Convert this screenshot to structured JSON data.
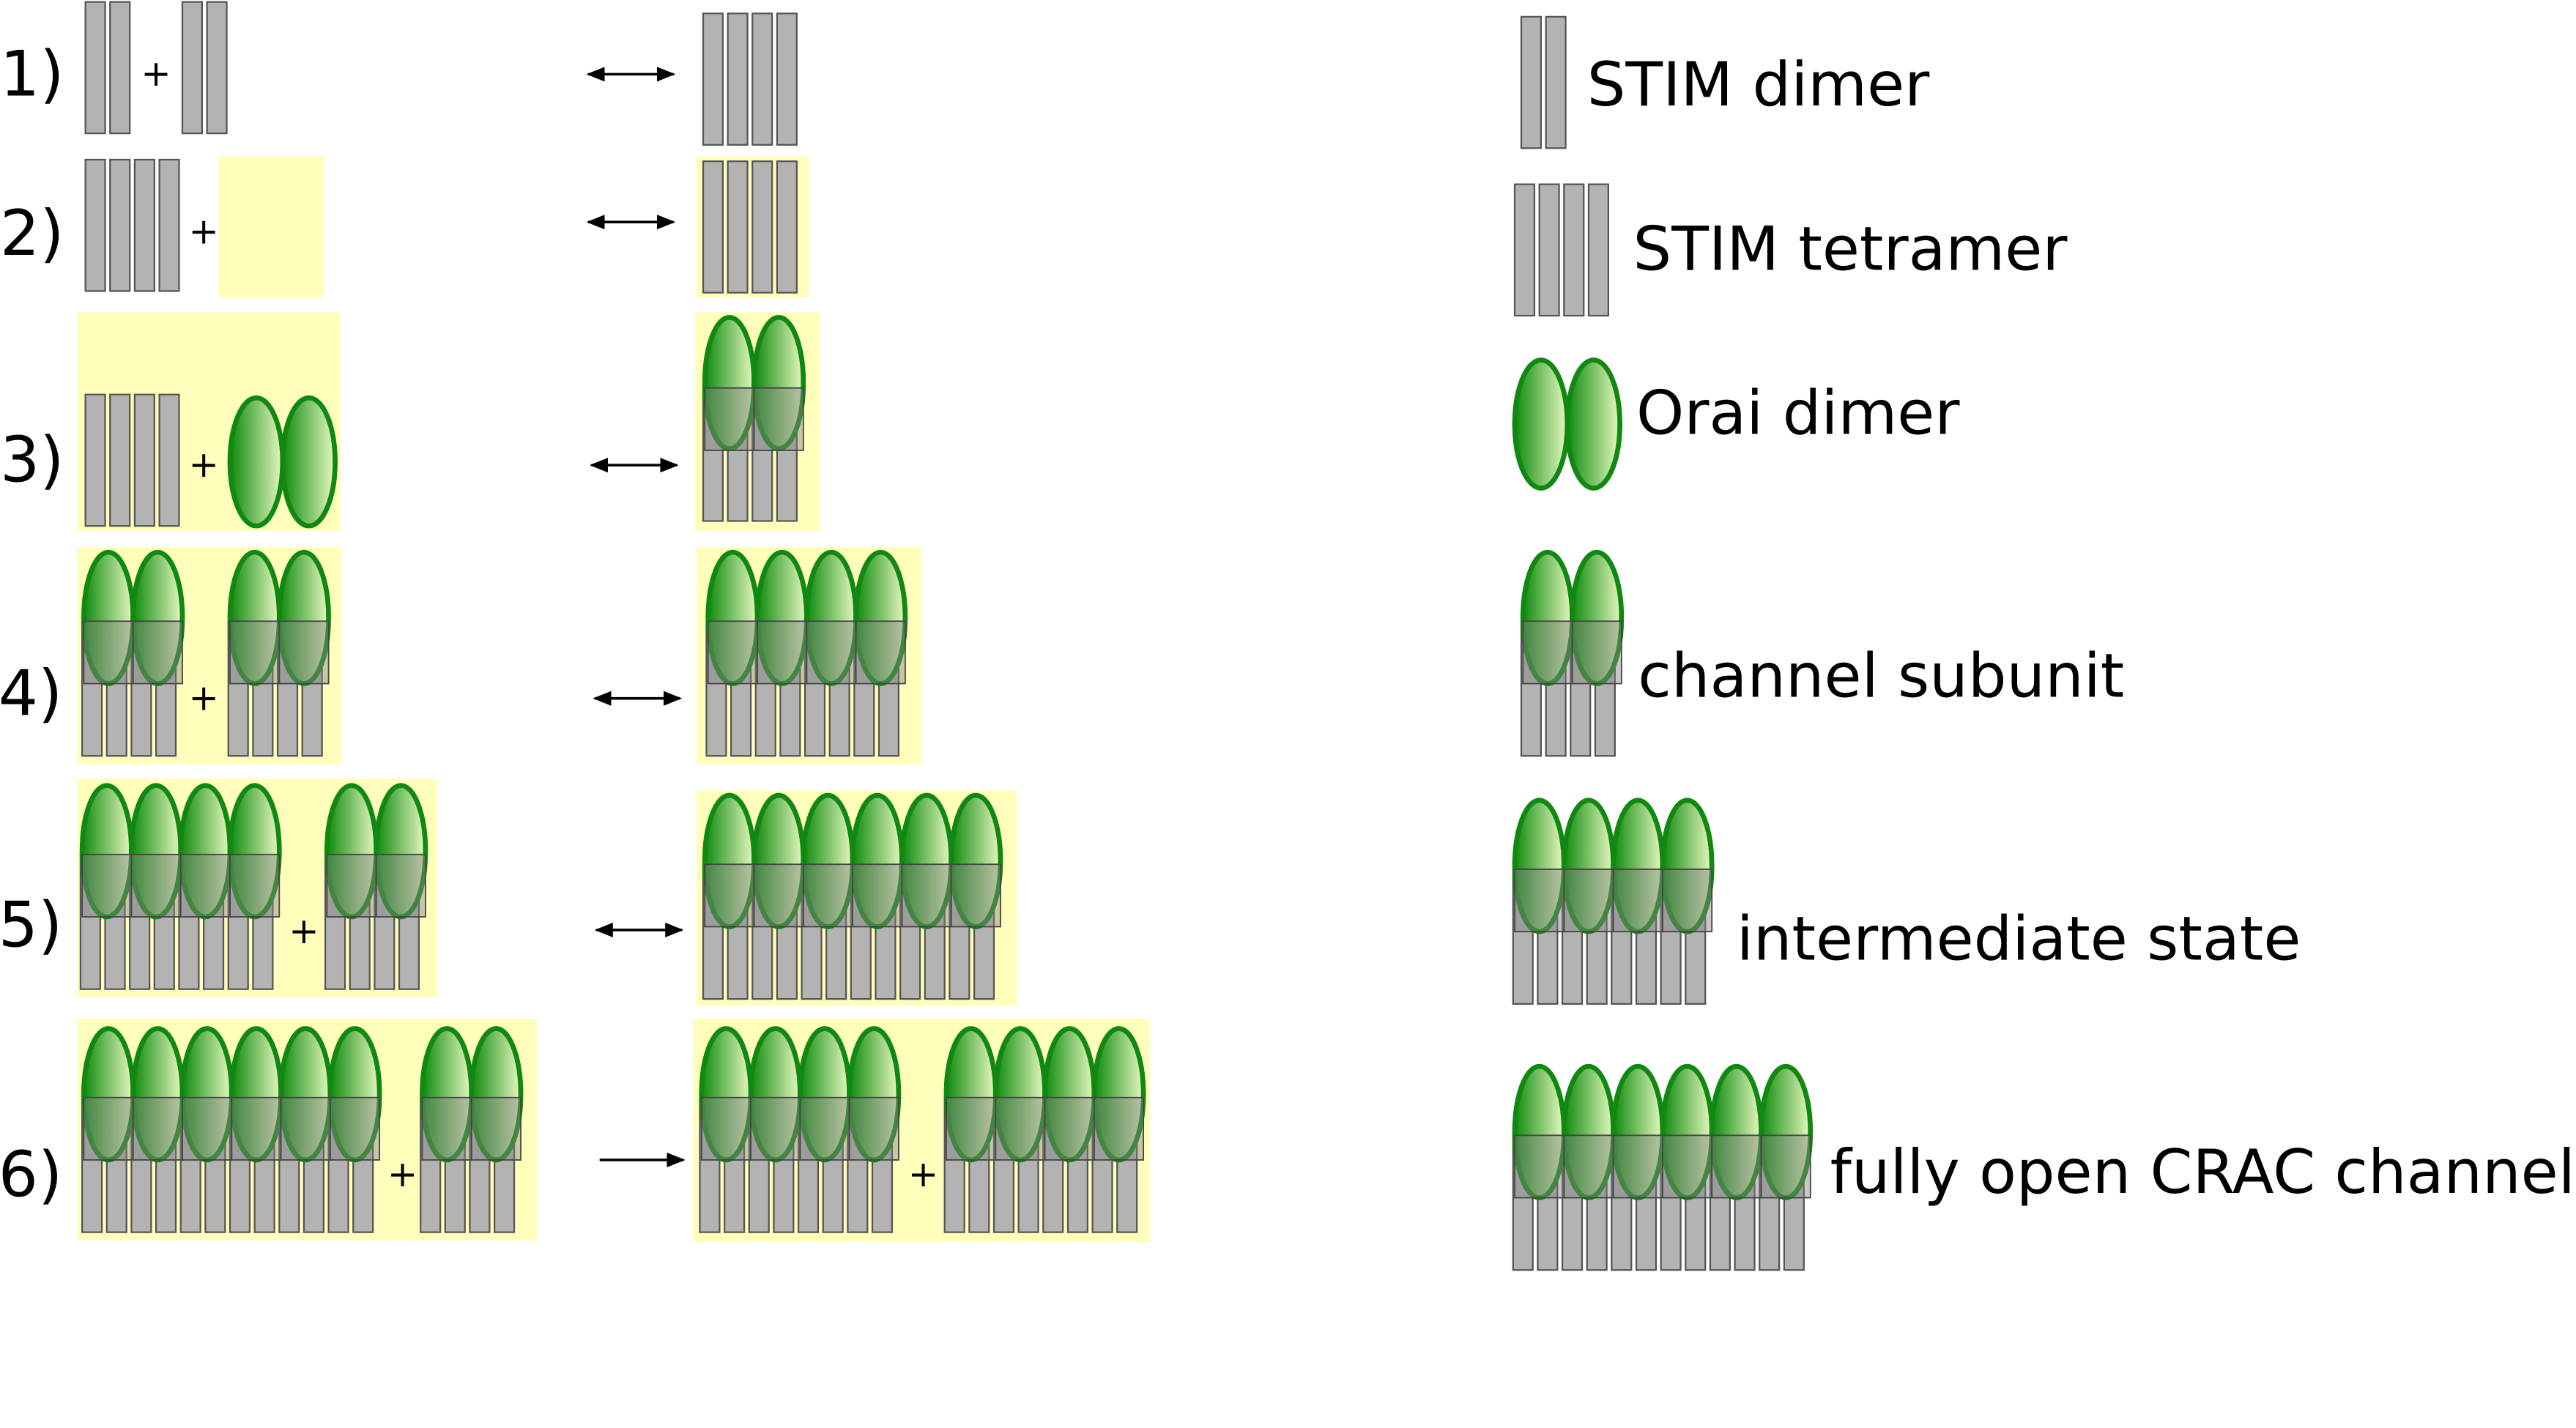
{
  "diagram": {
    "steps": [
      {
        "label": "1)",
        "reaction": "reversible"
      },
      {
        "label": "2)",
        "reaction": "reversible"
      },
      {
        "label": "3)",
        "reaction": "reversible"
      },
      {
        "label": "4)",
        "reaction": "reversible"
      },
      {
        "label": "5)",
        "reaction": "reversible"
      },
      {
        "label": "6)",
        "reaction": "forward"
      }
    ],
    "plus_sign": "+",
    "legend": [
      {
        "label": "STIM dimer"
      },
      {
        "label": "STIM tetramer"
      },
      {
        "label": "Orai dimer"
      },
      {
        "label": "channel subunit"
      },
      {
        "label": "intermediate state"
      },
      {
        "label": "fully open CRAC channel"
      }
    ]
  },
  "colors": {
    "stim_fill": "#b3b3b3",
    "stim_stroke": "#555555",
    "orai_dark": "#0e8a0e",
    "orai_light": "#e8f8c0",
    "orai_stroke": "#118811",
    "complex_highlight": "#ffffbb",
    "arrow": "#000000"
  }
}
